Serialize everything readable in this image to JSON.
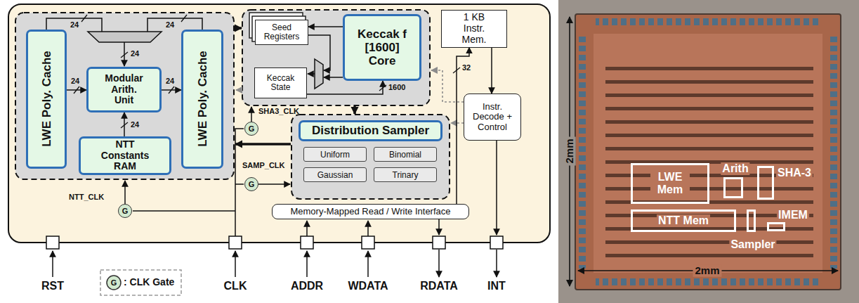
{
  "diagram": {
    "nodes": [
      {
        "text": [
          "LWE Poly. Cache"
        ]
      },
      {
        "text": [
          "Modular Arith. Unit"
        ]
      },
      {
        "text": [
          "NTT Constants RAM"
        ]
      },
      {
        "text": [
          "LWE Poly. Cache"
        ]
      },
      {
        "text": [
          "Seed Registers"
        ]
      },
      {
        "text": [
          "Keccak State"
        ]
      },
      {
        "text": [
          "Keccak f [1600] Core"
        ]
      },
      {
        "text": [
          "1 KB Instr. Mem."
        ]
      },
      {
        "text": [
          "G"
        ]
      },
      {
        "text": [
          "Distribution Sampler"
        ]
      },
      {
        "text": [
          "Uniform"
        ]
      },
      {
        "text": [
          "Binomial"
        ]
      },
      {
        "text": [
          "Gaussian"
        ]
      },
      {
        "text": [
          "Trinary"
        ]
      },
      {
        "text": [
          "G"
        ]
      },
      {
        "text": [
          "Instr. Decode + Control"
        ]
      },
      {
        "text": [
          "G"
        ]
      },
      {
        "text": [
          "Memory-Mapped Read / Write Interface"
        ]
      },
      {
        "text": [
          "LWE Mem"
        ]
      },
      {
        "text": [
          "Arith"
        ]
      },
      {
        "text": [
          "SHA-3"
        ]
      },
      {
        "text": [
          "IMEM"
        ]
      },
      {
        "text": [
          "NTT Mem"
        ]
      },
      {
        "text": [
          "Sampler"
        ]
      }
    ],
    "edges": [
      {
        "from": 0,
        "to": 1,
        "arrow": "to",
        "label": "24"
      },
      {
        "from": 1,
        "to": 3,
        "arrow": "to",
        "label": "24"
      },
      {
        "from": 2,
        "to": 1,
        "arrow": "to",
        "label": "24"
      },
      {
        "from": 6,
        "to": 4,
        "arrow": "to"
      },
      {
        "from": 5,
        "to": 6,
        "arrow": "to",
        "label": "1600"
      },
      {
        "from": 7,
        "to": 15,
        "arrow": "to"
      },
      {
        "from": 17,
        "to": 7,
        "arrow": "to",
        "label": "32"
      }
    ],
    "labels": [
      "24",
      "24",
      "24",
      "SHA3_CLK",
      "SAMP_CLK",
      "NTT_CLK",
      "RST",
      "CLK",
      "ADDR",
      "WDATA",
      "RDATA",
      "INT",
      "G",
      "2mm",
      "2mm"
    ],
    "legend": [
      {
        "text": ": CLK Gate"
      }
    ]
  }
}
